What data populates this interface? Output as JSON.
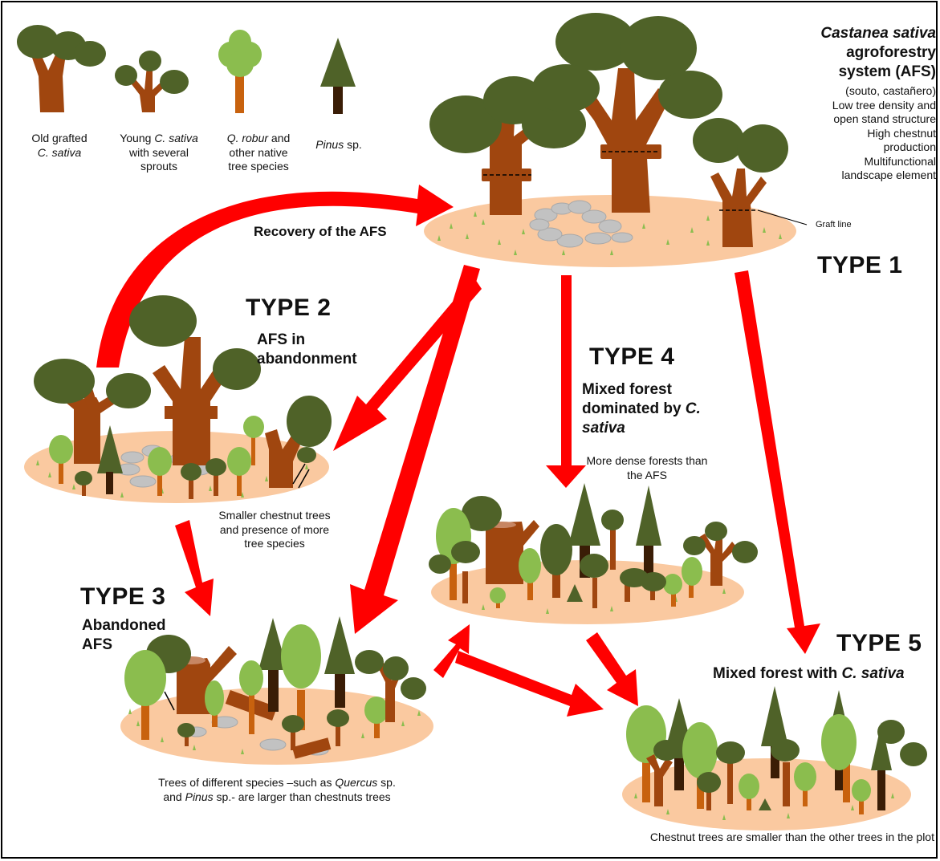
{
  "legend": {
    "old_grafted": {
      "line1": "Old grafted",
      "line2": "C. sativa"
    },
    "young": {
      "pre": "Young ",
      "species": "C. sativa",
      "line2": "with several",
      "line3": "sprouts"
    },
    "robur": {
      "species": "Q. robur",
      "post": " and",
      "line2": "other native",
      "line3": "tree species"
    },
    "pinus": {
      "species": "Pinus",
      "post": " sp."
    }
  },
  "type1": {
    "title": "TYPE 1",
    "species": "Castanea sativa",
    "name_line2": "agroforestry",
    "name_line3": "system (AFS)",
    "local_names": "(souto, castañero)",
    "desc": [
      "Low tree density and",
      "open stand structure",
      "High chestnut",
      "production",
      "Multifunctional",
      "landscape element"
    ],
    "graft_label": "Graft line"
  },
  "recovery": "Recovery of the AFS",
  "type2": {
    "title": "TYPE 2",
    "sub1": "AFS in",
    "sub2": "abandonment",
    "desc": [
      "Smaller chestnut trees",
      "and presence of more",
      "tree species"
    ]
  },
  "type3": {
    "title": "TYPE 3",
    "sub1": "Abandoned",
    "sub2": "AFS",
    "desc_pre": "Trees of different species –such as ",
    "desc_sp1": "Quercus",
    "desc_mid": " sp.",
    "desc_l2_pre": "and ",
    "desc_sp2": "Pinus",
    "desc_l2_post": " sp.- are larger than chestnuts trees"
  },
  "type4": {
    "title": "TYPE 4",
    "sub1": "Mixed forest",
    "sub2_pre": "dominated by ",
    "sub2_sp": "C.",
    "sub3_sp": "sativa",
    "desc": [
      "More dense forests than",
      "the AFS"
    ]
  },
  "type5": {
    "title": "TYPE 5",
    "sub_pre": "Mixed forest with ",
    "sub_sp": "C. sativa",
    "desc": "Chestnut trees are smaller than the other trees in the plot"
  },
  "colors": {
    "trunk": "#a0460f",
    "dark_green": "#4f6228",
    "light_green": "#8bbd4e",
    "pine_trunk": "#3a1d06",
    "oak_trunk": "#c8620e",
    "ground": "#fac9a0",
    "stone": "#c2c2c2",
    "arrow": "#ff0000"
  }
}
